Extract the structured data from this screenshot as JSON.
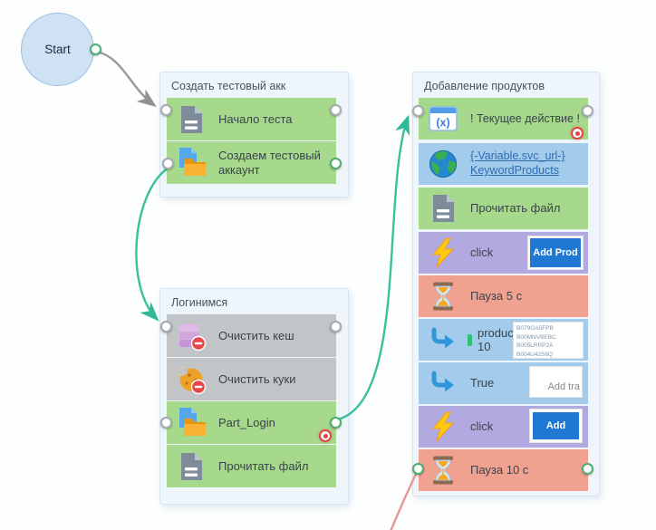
{
  "palette": {
    "canvas_bg": "#fdfefe",
    "panel_bg": "#eef6fb",
    "panel_border": "#d6e4ef",
    "row_green": "#a6d98c",
    "row_gray": "#c2c5c8",
    "row_blue": "#a2cbec",
    "row_purple": "#b2a9e0",
    "row_salmon": "#f0a190",
    "link_color": "#2e6db4",
    "button_blue": "#1f79d3",
    "edge_gray": "#97999c",
    "edge_green": "#3bbf9e",
    "edge_red": "#e99597",
    "port_ring_gray": "#a4abb2",
    "port_ring_green": "#4fae70",
    "breakpoint_red": "#e04545",
    "start_fill": "#cfe2f4"
  },
  "start": {
    "label": "Start"
  },
  "groups": [
    {
      "title": "Создать тестовый акк",
      "rows": [
        {
          "icon": "document-icon",
          "label": "Начало теста"
        },
        {
          "icon": "copy-folder-icon",
          "label": "Создаем тестовый аккаунт"
        }
      ]
    },
    {
      "title": "Логинимся",
      "rows": [
        {
          "icon": "clear-cache-icon",
          "label": "Очистить кеш"
        },
        {
          "icon": "clear-cookies-icon",
          "label": "Очистить куки"
        },
        {
          "icon": "copy-folder-icon",
          "label": "Part_Login"
        },
        {
          "icon": "document-icon",
          "label": "Прочитать файл"
        }
      ]
    },
    {
      "title": "Добавление продуктов",
      "rows": [
        {
          "icon": "variable-icon",
          "label": "! Текущее действие !"
        },
        {
          "icon": "globe-icon",
          "line1": "{-Variable.svc_url-}",
          "line2": "KeywordProducts"
        },
        {
          "icon": "document-icon",
          "label": "Прочитать файл"
        },
        {
          "icon": "lightning-icon",
          "label": "click",
          "button": "Add Prod"
        },
        {
          "icon": "hourglass-icon",
          "label": "Пауза 5 с"
        },
        {
          "icon": "bent-arrow-icon",
          "line1": "products_",
          "line2": "10",
          "snippet": [
            "B079GA5FPB",
            "B00MNVBEBC",
            "B005LRRP2A",
            "B004U42S6Q"
          ]
        },
        {
          "icon": "bent-arrow-icon",
          "label": "True",
          "note": "Add tra"
        },
        {
          "icon": "lightning-icon",
          "label": "click",
          "button": "Add"
        },
        {
          "icon": "hourglass-icon",
          "label": "Пауза 10 с"
        }
      ]
    }
  ]
}
